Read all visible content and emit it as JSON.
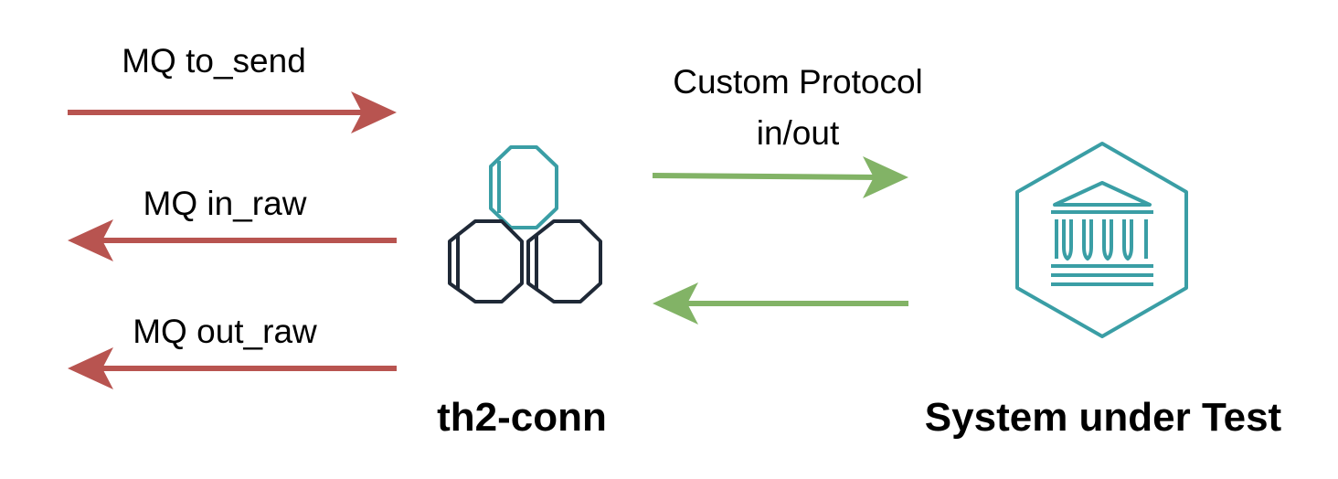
{
  "left_arrows": [
    {
      "label": "MQ to_send",
      "direction": "right"
    },
    {
      "label": "MQ in_raw",
      "direction": "left"
    },
    {
      "label": "MQ out_raw",
      "direction": "left"
    }
  ],
  "protocol": {
    "line1": "Custom Protocol",
    "line2": "in/out"
  },
  "connector": {
    "title": "th2-conn",
    "icon": "hexagon-cluster-icon"
  },
  "sut": {
    "title": "System under Test",
    "icon": "bank-building-icon"
  },
  "colors": {
    "mq_arrow": "#b85450",
    "protocol_arrow": "#82b366",
    "teal": "#3a9ea5",
    "navy": "#1f2937"
  }
}
